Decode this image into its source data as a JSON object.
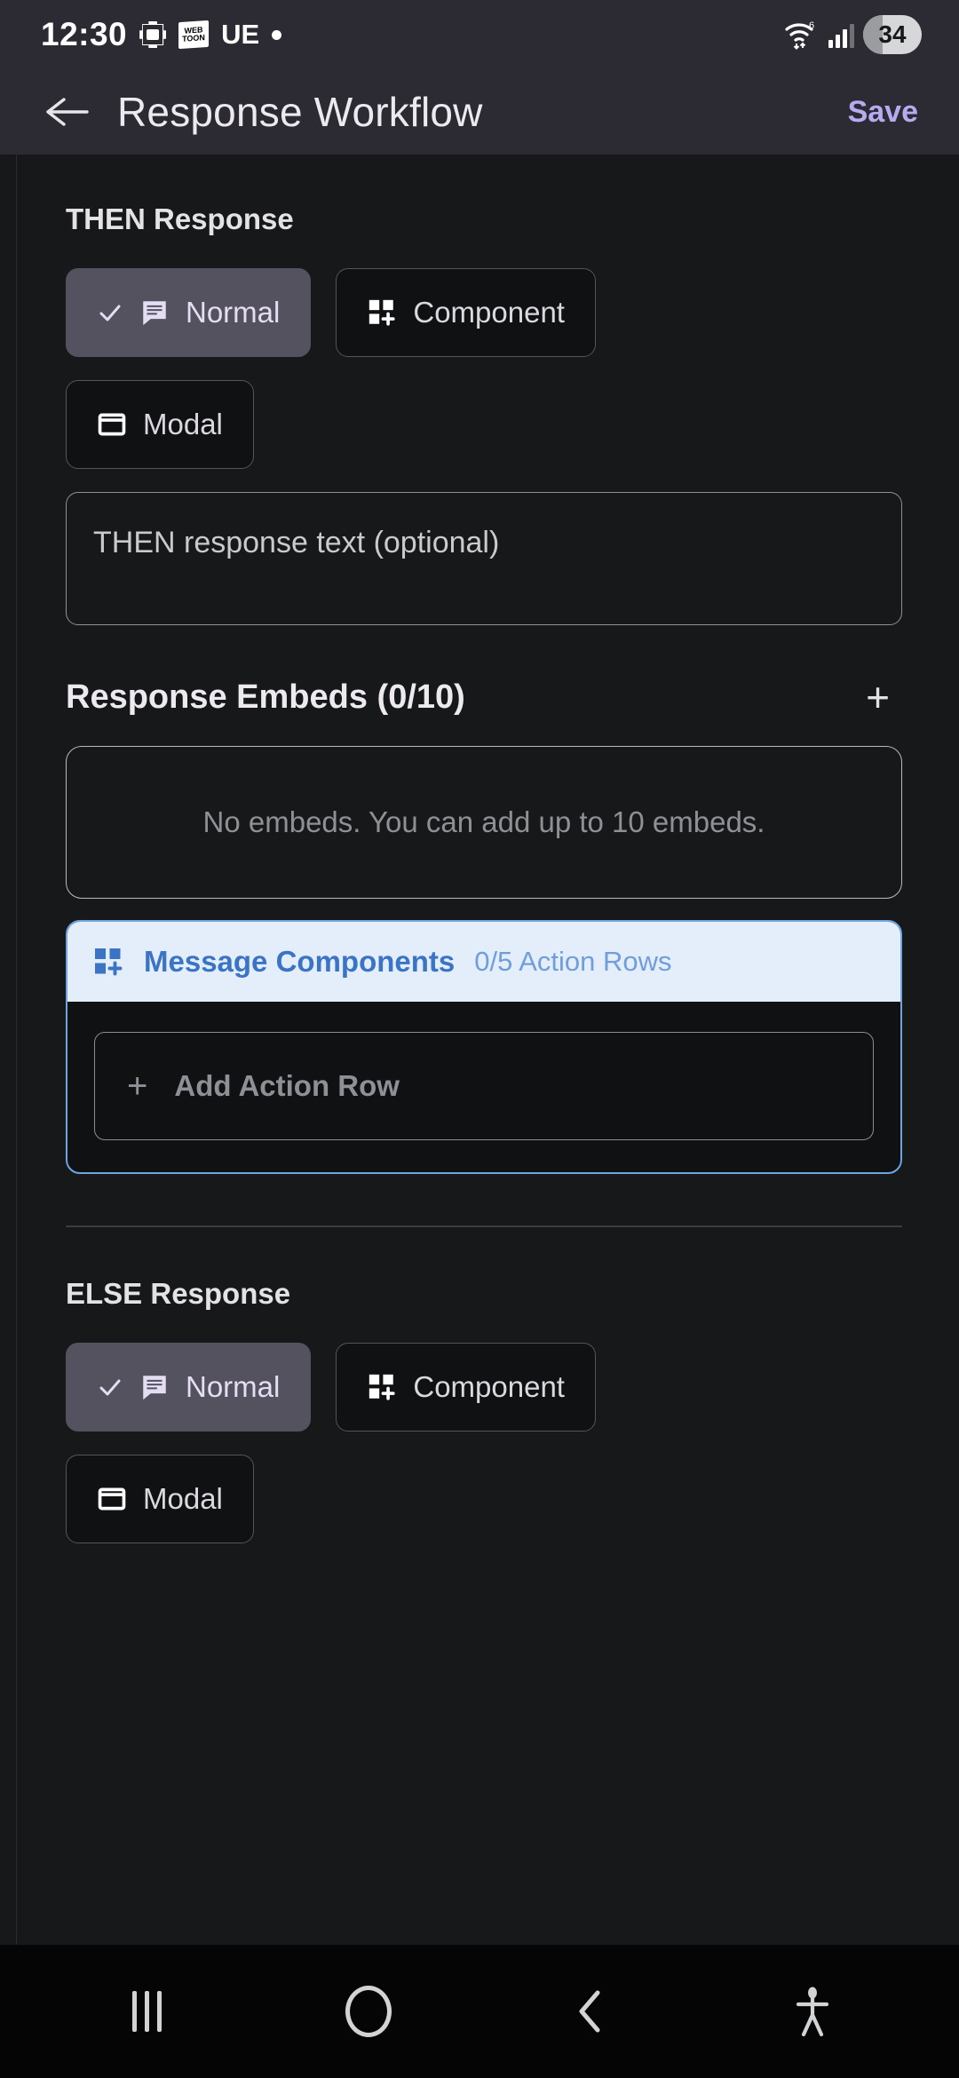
{
  "status_bar": {
    "time": "12:30",
    "icons": [
      "scan-icon",
      "webtoon-icon",
      "ue-label",
      "dot-indicator"
    ],
    "webtoon_line1": "WEB",
    "webtoon_line2": "TOON",
    "ue_label": "UE",
    "wifi_generation": "6",
    "battery_level": "34"
  },
  "app_bar": {
    "back_label": "Back",
    "title": "Response Workflow",
    "save_label": "Save"
  },
  "then_section": {
    "label": "THEN Response",
    "chips": [
      {
        "label": "Normal",
        "icon": "message-icon",
        "selected": true
      },
      {
        "label": "Component",
        "icon": "component-grid-icon",
        "selected": false
      },
      {
        "label": "Modal",
        "icon": "window-icon",
        "selected": false
      }
    ],
    "response_text_value": "",
    "response_text_placeholder": "THEN response text (optional)",
    "embeds": {
      "title": "Response Embeds (0/10)",
      "add_label": "+",
      "empty_text": "No embeds. You can add up to 10 embeds."
    },
    "message_components": {
      "icon": "component-grid-icon",
      "title": "Message Components",
      "counter": "0/5 Action Rows",
      "add_action_row_label": "Add Action Row",
      "add_action_row_plus": "+"
    }
  },
  "else_section": {
    "label": "ELSE Response",
    "chips": [
      {
        "label": "Normal",
        "icon": "message-icon",
        "selected": true
      },
      {
        "label": "Component",
        "icon": "component-grid-icon",
        "selected": false
      },
      {
        "label": "Modal",
        "icon": "window-icon",
        "selected": false
      }
    ]
  },
  "nav_bar": {
    "recents_label": "Recents",
    "home_label": "Home",
    "back_label": "Back",
    "accessibility_label": "Accessibility"
  },
  "colors": {
    "accent_save": "#b7aaf0",
    "chip_selected_bg": "#55525f",
    "components_border": "#6ea4e0",
    "components_header_bg": "#e4eefa",
    "components_title": "#3b74c4",
    "page_bg": "#17181a",
    "bar_bg": "#2c2b34"
  }
}
